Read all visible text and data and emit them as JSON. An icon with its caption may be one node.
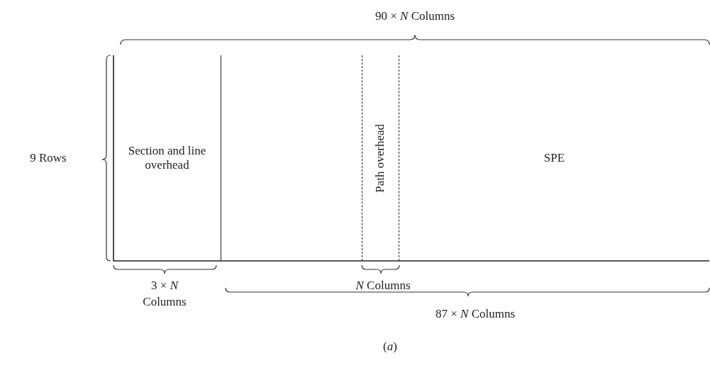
{
  "diagram": {
    "caption": "(*a*)",
    "nodes": [
      {
        "text": [
          "Section and line overhead"
        ]
      },
      {
        "text": [
          "Path overhead"
        ]
      },
      {
        "text": [
          "SPE"
        ]
      }
    ],
    "labels": [
      "90 × *N* Columns",
      "9 Rows",
      "3 × *N* Columns",
      "*N* Columns",
      "87 × *N* Columns"
    ]
  }
}
